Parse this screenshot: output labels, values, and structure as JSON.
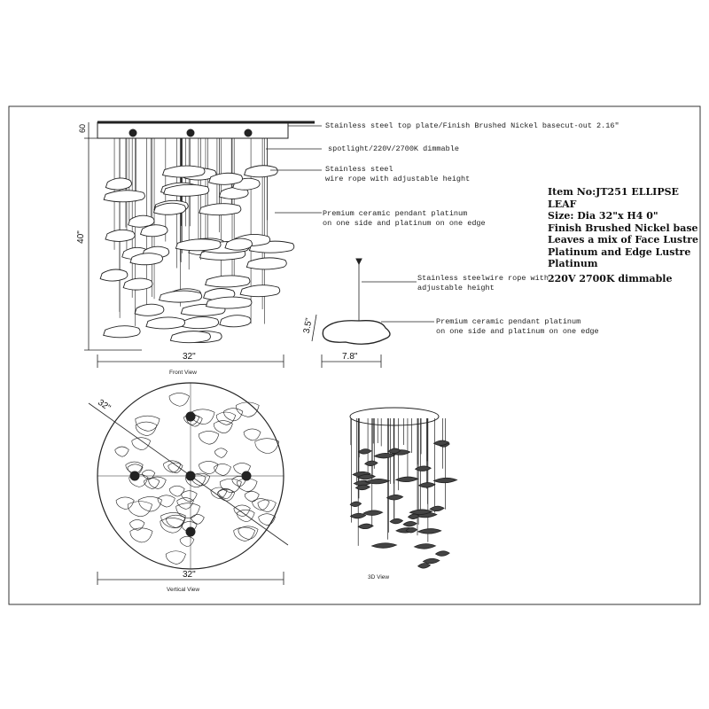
{
  "spec": {
    "item_no": "Item No:JT251 ELLIPSE LEAF",
    "size": "Size: Dia 32\"x H4 0\"",
    "finish": "Finish Brushed Nickel base",
    "leaves_1": "Leaves a mix of Face Lustre",
    "leaves_2": "Platinum and Edge Lustre",
    "leaves_3": "Platinum",
    "power": "220V 2700K dimmable"
  },
  "callouts": {
    "top_plate": "Stainless steel top plate/Finish Brushed Nickel basecut-out 2.16\"",
    "spotlight": "spotlight/220V/2700K dimmable",
    "wire_1": "Stainless steel",
    "wire_2": "wire rope with adjustable height",
    "pendant_1": "Premium ceramic pendant platinum",
    "pendant_2": "on one side and platinum on one edge",
    "single_wire_1": "Stainless steelwire rope with",
    "single_wire_2": "adjustable height",
    "single_pendant_1": "Premium ceramic pendant platinum",
    "single_pendant_2": "on one side and platinum on one edge"
  },
  "dimensions": {
    "canopy_height": "60",
    "height": "40\"",
    "front_width": "32\"",
    "leaf_height": "3.5\"",
    "leaf_width": "7.8\"",
    "diagonal": "32\"",
    "vertical_width": "32\""
  },
  "captions": {
    "front": "Front View",
    "vertical": "Vertical View",
    "three_d": "3D View"
  }
}
